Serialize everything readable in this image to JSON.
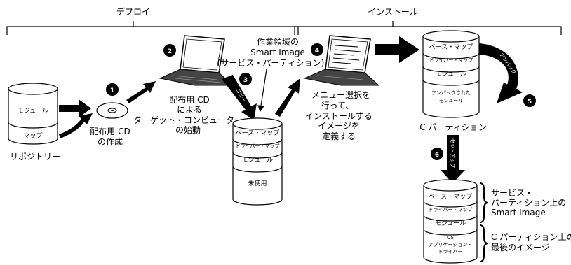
{
  "phases": {
    "deploy": "デプロイ",
    "install": "インストール"
  },
  "repository": {
    "module": "モジュール",
    "map": "マップ",
    "label": "リポジトリー"
  },
  "step1": {
    "num": "1",
    "label_l1": "配布用 CD",
    "label_l2": "の作成"
  },
  "step2": {
    "num": "2",
    "label_l1": "配布用 CD",
    "label_l2": "による",
    "label_l3": "ターゲット・コンピューター",
    "label_l4": "の始動"
  },
  "step3": {
    "num": "3",
    "arrow_label": "コピー"
  },
  "work_area": {
    "l1": "作業領域の",
    "l2": "Smart Image",
    "l3": "(サービス・パーティション)"
  },
  "service_cylinder": {
    "base_map": "ベース・マップ",
    "driver_map": "ドライバー・マップ",
    "module": "モジュール",
    "unused": "未使用"
  },
  "step4": {
    "num": "4",
    "l1": "メニュー選択を",
    "l2": "行って、",
    "l3": "インストールする",
    "l4": "イメージを",
    "l5": "定義する"
  },
  "c_partition": {
    "base_map": "ベース・マップ",
    "driver_map": "ドライバー・マップ",
    "module": "モジュール",
    "unpacked_l1": "アンパックされた",
    "unpacked_l2": "モジュール",
    "label": "C パーティション"
  },
  "step5": {
    "num": "5",
    "arrow_label": "アンパック"
  },
  "step6": {
    "num": "6",
    "arrow_label": "セットアップ"
  },
  "final_cylinder": {
    "base_map": "ベース・マップ",
    "driver_map": "ドライバー・マップ",
    "module": "モジュール",
    "os_l1": "OS",
    "os_l2": "アプリケーション・",
    "os_l3": "ドライバー"
  },
  "braces": {
    "upper_l1": "サービス・",
    "upper_l2": "パーティション上の",
    "upper_l3": "Smart Image",
    "lower_l1": "C パーティション上の",
    "lower_l2": "最後のイメージ"
  }
}
